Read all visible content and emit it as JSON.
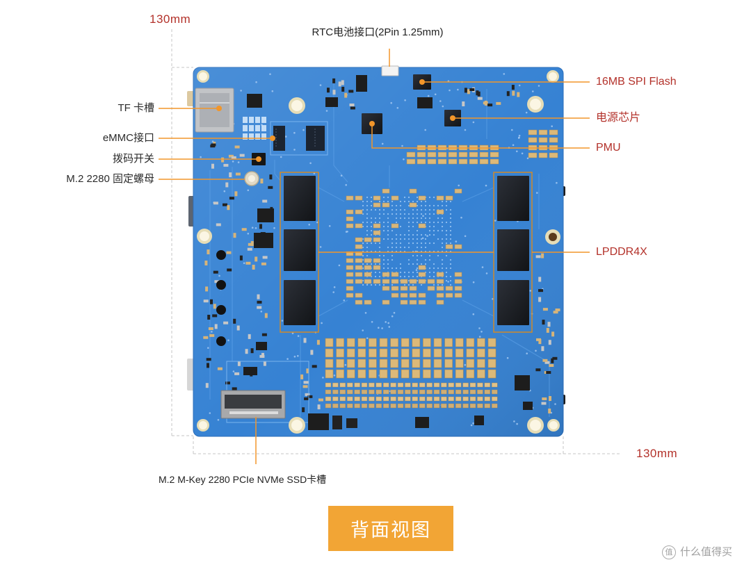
{
  "diagram": {
    "view_title": "背面视图",
    "dimensions": {
      "height_label": "130mm",
      "width_label": "130mm"
    },
    "callouts": {
      "top": {
        "rtc_connector": "RTC电池接口(2Pin 1.25mm)"
      },
      "left": {
        "tf_slot": "TF 卡槽",
        "emmc": "eMMC接口",
        "dip_switch": "拨码开关",
        "m2_nut": "M.2 2280 固定螺母"
      },
      "right": {
        "spi_flash": "16MB SPI Flash",
        "power_chip": "电源芯片",
        "pmu": "PMU",
        "lpddr4x": "LPDDR4X"
      },
      "bottom": {
        "m2_slot": "M.2 M-Key 2280 PCIe NVMe SSD卡槽"
      }
    }
  },
  "watermark": {
    "logo_char": "值",
    "text": "什么值得买"
  },
  "colors": {
    "board": "#3682d3",
    "callout_line": "#f2962a",
    "dimension_text": "#b3312a",
    "right_label_text": "#b3312a",
    "left_label_text": "#2b2b2b",
    "button_bg": "#f2a535"
  }
}
